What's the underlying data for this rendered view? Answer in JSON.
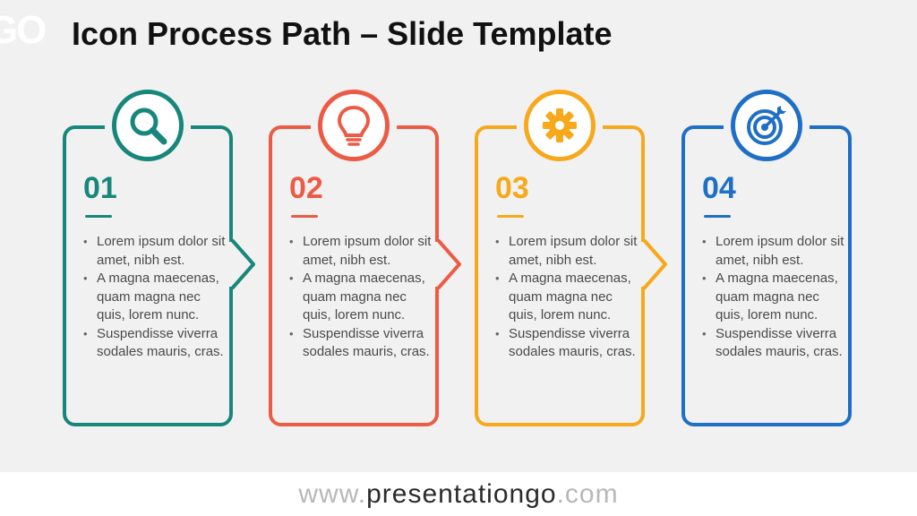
{
  "header": {
    "logo_fragment": "GO",
    "title": "Icon Process Path – Slide Template"
  },
  "steps": [
    {
      "number": "01",
      "icon": "magnifier-icon",
      "color": "#17877b",
      "bullets": [
        "Lorem ipsum dolor sit amet, nibh est.",
        "A magna maecenas, quam magna nec quis, lorem nunc.",
        "Suspendisse viverra sodales mauris, cras."
      ]
    },
    {
      "number": "02",
      "icon": "lightbulb-icon",
      "color": "#ec5b45",
      "bullets": [
        "Lorem ipsum dolor sit amet, nibh est.",
        "A magna maecenas, quam magna nec quis, lorem nunc.",
        "Suspendisse viverra sodales mauris, cras."
      ]
    },
    {
      "number": "03",
      "icon": "gear-icon",
      "color": "#f7a81b",
      "bullets": [
        "Lorem ipsum dolor sit amet, nibh est.",
        "A magna maecenas, quam magna nec quis, lorem nunc.",
        "Suspendisse viverra sodales mauris, cras."
      ]
    },
    {
      "number": "04",
      "icon": "target-icon",
      "color": "#1e6fc5",
      "bullets": [
        "Lorem ipsum dolor sit amet, nibh est.",
        "A magna maecenas, quam magna nec quis, lorem nunc.",
        "Suspendisse viverra sodales mauris, cras."
      ]
    }
  ],
  "footer": {
    "prefix": "www.",
    "brand": "presentationgo",
    "suffix": ".com"
  }
}
